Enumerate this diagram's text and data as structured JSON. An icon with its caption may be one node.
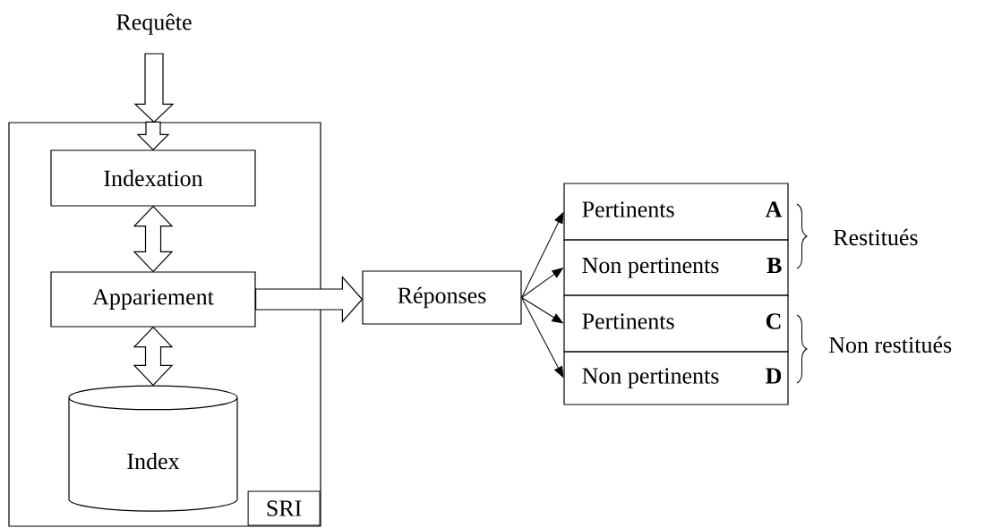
{
  "diagram": {
    "nodes": [
      {
        "text": [
          "Requête"
        ]
      },
      {
        "text": [
          "SRI"
        ]
      },
      {
        "text": [
          "Indexation"
        ],
        "in": 1
      },
      {
        "text": [
          "Appariement"
        ],
        "in": 1
      },
      {
        "text": [
          "Index"
        ],
        "in": 1
      },
      {
        "text": [
          "Réponses"
        ]
      },
      {
        "text": [
          "Pertinents",
          "A"
        ]
      },
      {
        "text": [
          "Non pertinents",
          "B"
        ]
      },
      {
        "text": [
          "Pertinents",
          "C"
        ]
      },
      {
        "text": [
          "Non pertinents",
          "D"
        ]
      }
    ],
    "edges": [
      {
        "from": 0,
        "to": 1,
        "arrow": "to",
        "style": "thick"
      },
      {
        "from": 1,
        "to": 2,
        "arrow": "to",
        "style": "thick"
      },
      {
        "from": 2,
        "to": 3,
        "arrow": "both",
        "style": "thick"
      },
      {
        "from": 3,
        "to": 4,
        "arrow": "both",
        "style": "thick"
      },
      {
        "from": 3,
        "to": 5,
        "arrow": "to",
        "style": "thick"
      },
      {
        "from": 5,
        "to": 6,
        "arrow": "to"
      },
      {
        "from": 5,
        "to": 7,
        "arrow": "to"
      },
      {
        "from": 5,
        "to": 8,
        "arrow": "to"
      },
      {
        "from": 5,
        "to": 9,
        "arrow": "to"
      }
    ],
    "labels": [
      "Restitués",
      "Non restitués"
    ]
  }
}
